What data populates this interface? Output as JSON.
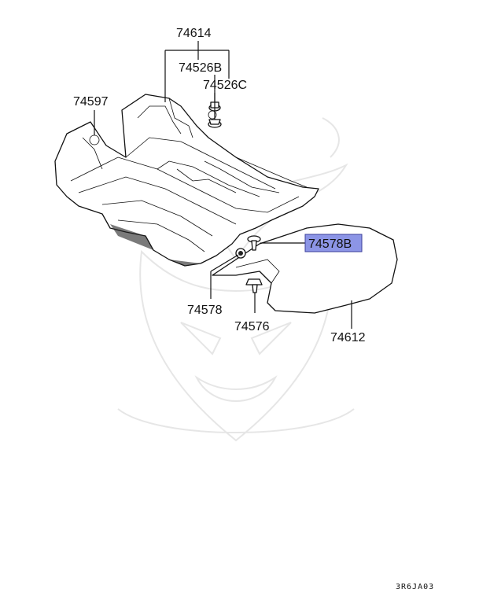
{
  "labels": {
    "p74614": "74614",
    "p74526b": "74526B",
    "p74526c": "74526C",
    "p74597": "74597",
    "p74578b": "74578B",
    "p74578": "74578",
    "p74576": "74576",
    "p74612": "74612"
  },
  "highlight_color": "#8c95e6",
  "diagram_code": "3R6JA03"
}
